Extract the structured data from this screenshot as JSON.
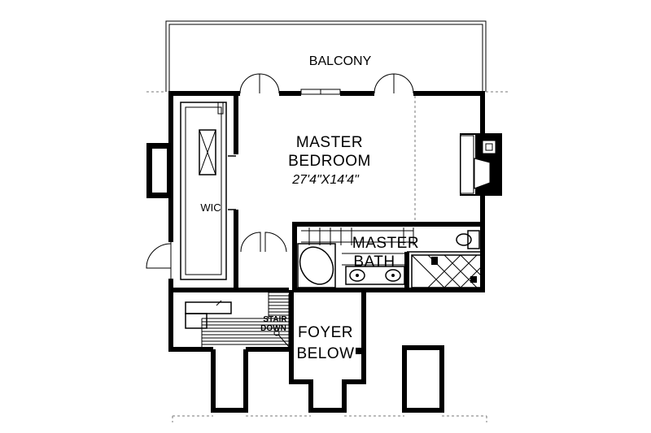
{
  "rooms": {
    "balcony": "BALCONY",
    "master_bedroom": {
      "line1": "MASTER",
      "line2": "BEDROOM",
      "dims": "27'4\"X14'4\""
    },
    "wic": "WIC",
    "master_bath": {
      "line1": "MASTER",
      "line2": "BATH"
    },
    "stair": {
      "line1": "STAIR",
      "line2": "DOWN"
    },
    "foyer": {
      "line1": "FOYER",
      "line2": "BELOW"
    }
  }
}
